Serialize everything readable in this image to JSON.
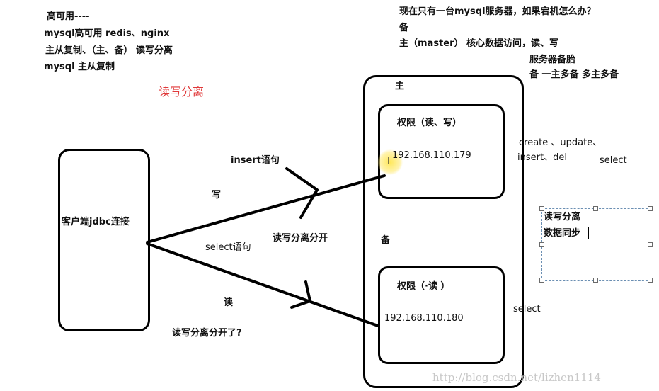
{
  "notes": {
    "line1": "高可用----",
    "line2": "mysql高可用 redis、nginx",
    "line3": "主从复制、（主、备） 读写分离",
    "line4": "mysql 主从复制"
  },
  "title_red": "读写分离",
  "top_right": {
    "line1": "现在只有一台mysql服务器，如果宕机怎么办？",
    "line2": "备",
    "line3": "主（master） 核心数据访问，读、写",
    "line4": "服务器备胎",
    "line5": "备 一主多备  多主多备"
  },
  "client": {
    "label": "客户端jdbc连接"
  },
  "master": {
    "outer_label": "主",
    "perm": "权限（读、写）",
    "ip": "192.168.110.179",
    "cursor_glyph": "I"
  },
  "slave": {
    "outer_label": "备",
    "perm": "权限（·读     ）",
    "ip": "192.168.110.180"
  },
  "arrows": {
    "upper_stmt": "insert语句",
    "upper_mark": "写",
    "lower_stmt": "select语句",
    "middle_note": "读写分离分开",
    "lower_mark": "读",
    "lower_note": "读写分离分开了?"
  },
  "ops": {
    "master_ops_line1": "create 、update、",
    "master_ops_line2": "insert、del",
    "master_select": "select",
    "slave_select": "select"
  },
  "textbox": {
    "line1": "读写分离",
    "line2": "数据同步"
  },
  "watermark": "http://blog.csdn.net/lizhen1114"
}
